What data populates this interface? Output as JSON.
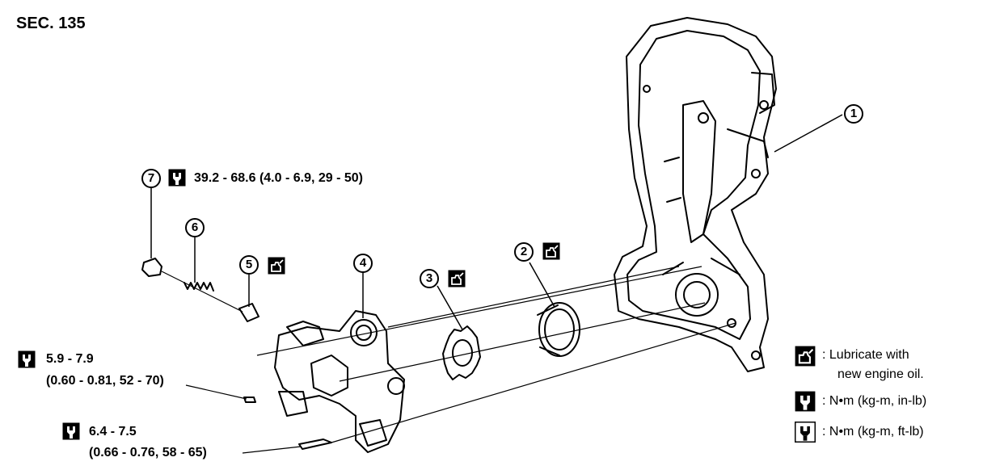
{
  "section": "SEC. 135",
  "callouts": [
    {
      "id": "1",
      "label": "1"
    },
    {
      "id": "2",
      "label": "2"
    },
    {
      "id": "3",
      "label": "3"
    },
    {
      "id": "4",
      "label": "4"
    },
    {
      "id": "5",
      "label": "5"
    },
    {
      "id": "6",
      "label": "6"
    },
    {
      "id": "7",
      "label": "7"
    }
  ],
  "torque": {
    "t7": "39.2 - 68.6 (4.0 - 6.9, 29 - 50)",
    "ta_line1": "5.9 - 7.9",
    "ta_line2": "(0.60 - 0.81, 52 - 70)",
    "tb_line1": "6.4 - 7.5",
    "tb_line2": "(0.66 - 0.76, 58 - 65)"
  },
  "legend": {
    "lube_line1": ": Lubricate with",
    "lube_line2": "new engine oil.",
    "nm_inlb": ": N•m (kg-m, in-lb)",
    "nm_ftlb": ": N•m (kg-m, ft-lb)"
  },
  "icons": {
    "oil": "oil-can-icon",
    "torque_inlb": "torque-wrench-in-lb-icon",
    "torque_ftlb": "torque-wrench-ft-lb-icon"
  }
}
